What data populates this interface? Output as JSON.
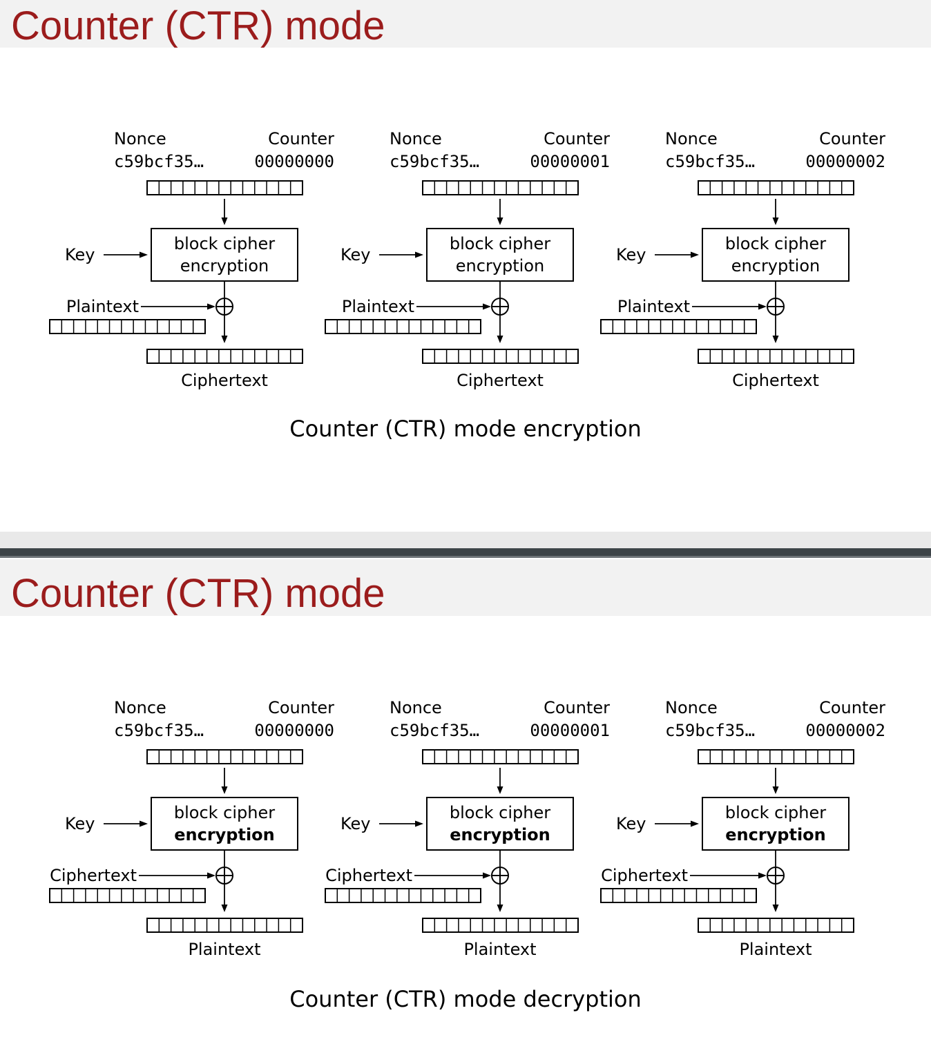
{
  "slides": [
    {
      "title": "Counter (CTR) mode",
      "caption": "Counter (CTR) mode encryption",
      "bold_cipher_line2": false,
      "xor_input_label": "Plaintext",
      "output_label": "Ciphertext",
      "blocks": [
        {
          "nonce_label": "Nonce",
          "nonce_value": "c59bcf35…",
          "counter_label": "Counter",
          "counter_value": "00000000",
          "key_label": "Key",
          "cipher_line1": "block cipher",
          "cipher_line2": "encryption"
        },
        {
          "nonce_label": "Nonce",
          "nonce_value": "c59bcf35…",
          "counter_label": "Counter",
          "counter_value": "00000001",
          "key_label": "Key",
          "cipher_line1": "block cipher",
          "cipher_line2": "encryption"
        },
        {
          "nonce_label": "Nonce",
          "nonce_value": "c59bcf35…",
          "counter_label": "Counter",
          "counter_value": "00000002",
          "key_label": "Key",
          "cipher_line1": "block cipher",
          "cipher_line2": "encryption"
        }
      ]
    },
    {
      "title": "Counter (CTR) mode",
      "caption": "Counter (CTR) mode decryption",
      "bold_cipher_line2": true,
      "xor_input_label": "Ciphertext",
      "output_label": "Plaintext",
      "blocks": [
        {
          "nonce_label": "Nonce",
          "nonce_value": "c59bcf35…",
          "counter_label": "Counter",
          "counter_value": "00000000",
          "key_label": "Key",
          "cipher_line1": "block cipher",
          "cipher_line2": "encryption"
        },
        {
          "nonce_label": "Nonce",
          "nonce_value": "c59bcf35…",
          "counter_label": "Counter",
          "counter_value": "00000001",
          "key_label": "Key",
          "cipher_line1": "block cipher",
          "cipher_line2": "encryption"
        },
        {
          "nonce_label": "Nonce",
          "nonce_value": "c59bcf35…",
          "counter_label": "Counter",
          "counter_value": "00000002",
          "key_label": "Key",
          "cipher_line1": "block cipher",
          "cipher_line2": "encryption"
        }
      ]
    }
  ]
}
